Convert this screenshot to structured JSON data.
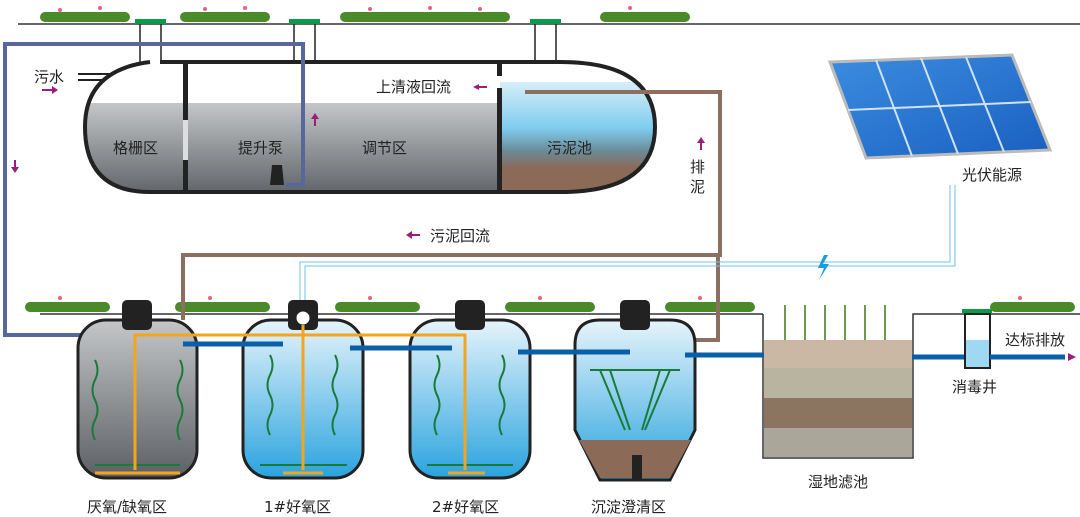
{
  "labels": {
    "sewage": "污水",
    "grid_zone": "格栅区",
    "lift_pump": "提升泵",
    "regulation_zone": "调节区",
    "sludge_tank": "污泥池",
    "supernatant_return": "上清液回流",
    "sludge_discharge_1": "排",
    "sludge_discharge_2": "泥",
    "sludge_return": "污泥回流",
    "solar_power": "光伏能源",
    "anaerobic_zone": "厌氧/缺氧区",
    "aerobic_1": "1#好氧区",
    "aerobic_2": "2#好氧区",
    "sedimentation": "沉淀澄清区",
    "wetland": "湿地滤池",
    "disinfection": "消毒井",
    "discharge": "达标排放"
  },
  "colors": {
    "blue_pipe": "#56679a",
    "brown_pipe": "#8b7060",
    "orange_air": "#f3a51f",
    "water_pipe": "#0a5fa8",
    "arrow": "#9b1f7a",
    "grass_cap": "#0a9a4a"
  }
}
